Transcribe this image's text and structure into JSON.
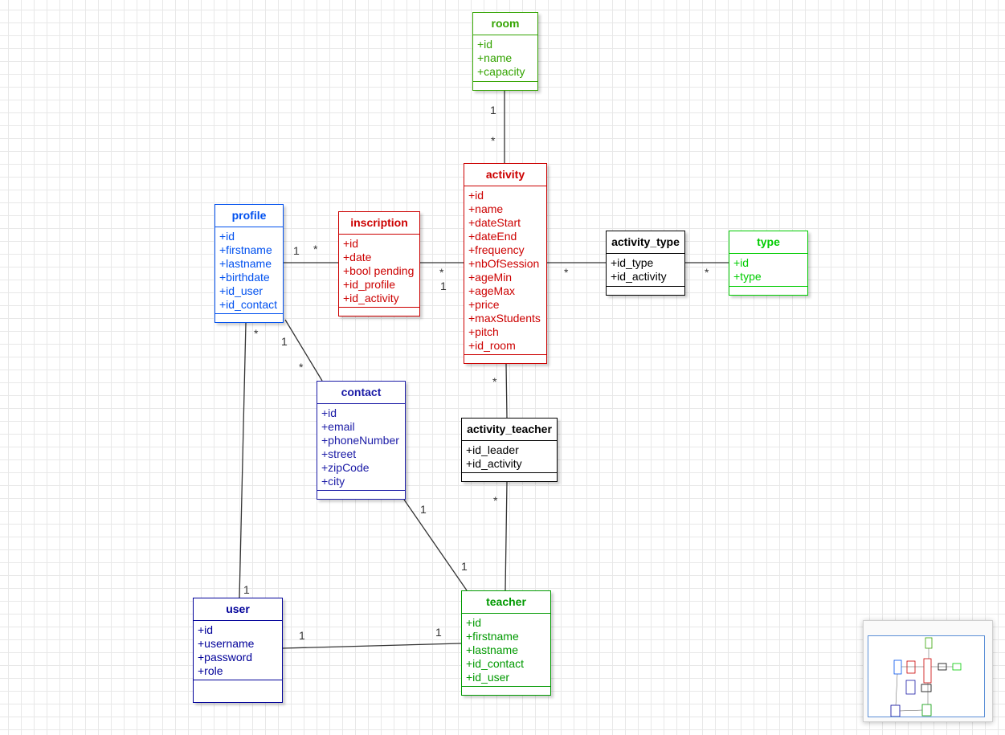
{
  "entities": {
    "room": {
      "title": "room",
      "color": "#33a300",
      "attributes": [
        "+id",
        "+name",
        "+capacity"
      ]
    },
    "activity": {
      "title": "activity",
      "color": "#cc0000",
      "attributes": [
        "+id",
        "+name",
        "+dateStart",
        "+dateEnd",
        "+frequency",
        "+nbOfSession",
        "+ageMin",
        "+ageMax",
        "+price",
        "+maxStudents",
        "+pitch",
        "+id_room"
      ]
    },
    "profile": {
      "title": "profile",
      "color": "#0050ef",
      "attributes": [
        "+id",
        "+firstname",
        "+lastname",
        "+birthdate",
        "+id_user",
        "+id_contact"
      ]
    },
    "inscription": {
      "title": "inscription",
      "color": "#cc0000",
      "attributes": [
        "+id",
        "+date",
        "+bool pending",
        "+id_profile",
        "+id_activity"
      ]
    },
    "activity_type": {
      "title": "activity_type",
      "color": "#000000",
      "attributes": [
        "+id_type",
        "+id_activity"
      ]
    },
    "type": {
      "title": "type",
      "color": "#00cc00",
      "attributes": [
        "+id",
        "+type"
      ]
    },
    "contact": {
      "title": "contact",
      "color": "#1a1aa6",
      "attributes": [
        "+id",
        "+email",
        "+phoneNumber",
        "+street",
        "+zipCode",
        "+city"
      ]
    },
    "activity_teacher": {
      "title": "activity_teacher",
      "color": "#000000",
      "attributes": [
        "+id_leader",
        "+id_activity"
      ]
    },
    "user": {
      "title": "user",
      "color": "#000099",
      "attributes": [
        "+id",
        "+username",
        "+password",
        "+role"
      ]
    },
    "teacher": {
      "title": "teacher",
      "color": "#009900",
      "attributes": [
        "+id",
        "+firstname",
        "+lastname",
        "+id_contact",
        "+id_user"
      ]
    }
  },
  "multiplicities": {
    "room_activity_room_end": "1",
    "room_activity_activity_end": "*",
    "profile_inscription_profile_end": "1",
    "profile_inscription_inscription_end": "*",
    "inscription_activity_inscription_end": "*",
    "inscription_activity_activity_end": "1",
    "activity_activitytype_activity_end": "*",
    "activitytype_type_type_end": "*",
    "profile_contact_profile_end": "1",
    "profile_contact_contact_end": "*",
    "profile_user_profile_end": "*",
    "profile_user_user_end": "1",
    "activity_activityteacher_activity_end": "*",
    "activityteacher_teacher_end": "*",
    "contact_teacher_contact_end": "1",
    "contact_teacher_teacher_end": "1",
    "user_teacher_user_end": "1",
    "user_teacher_teacher_end": "1"
  }
}
